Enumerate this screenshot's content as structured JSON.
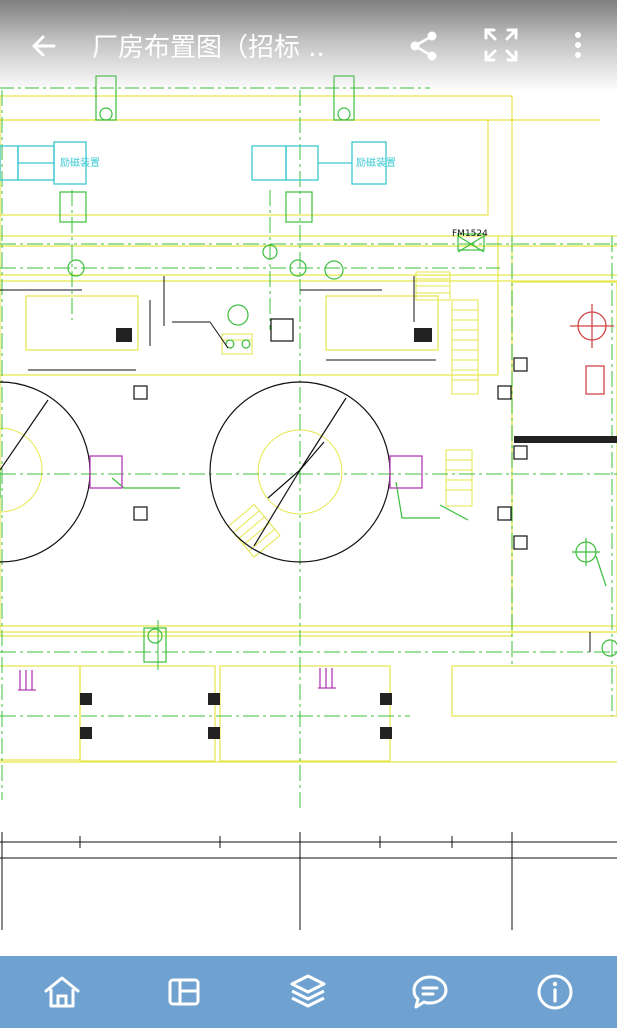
{
  "header": {
    "title": "厂房布置图（招标 ..",
    "icons": [
      "back-arrow-icon",
      "share-icon",
      "fullscreen-icon",
      "more-vertical-icon"
    ]
  },
  "drawing": {
    "door_label": "FM1524",
    "equipment_label_left": "励磁装置",
    "equipment_label_right": "励磁装置",
    "colors": {
      "yellow": "#e6e64a",
      "green": "#3cbf3c",
      "cyan": "#3cc8d2",
      "magenta": "#b43cb4",
      "red": "#d24646",
      "black": "#111111"
    }
  },
  "bottom_nav": {
    "icons": [
      "home-icon",
      "layout-panel-icon",
      "layers-icon",
      "comment-icon",
      "info-icon"
    ],
    "background": "#6fa2d0"
  }
}
